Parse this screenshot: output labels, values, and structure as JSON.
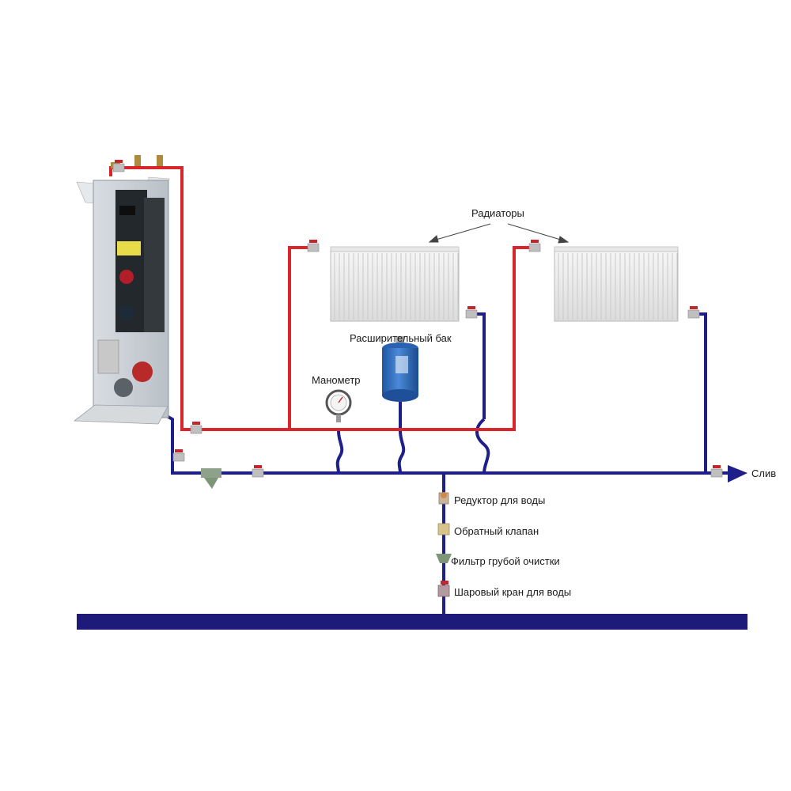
{
  "labels": {
    "radiators": "Радиаторы",
    "expansion_tank": "Расширительный бак",
    "manometer": "Манометр",
    "drain": "Слив",
    "water_reducer": "Редуктор для воды",
    "check_valve": "Обратный клапан",
    "coarse_filter": "Фильтр грубой очистки",
    "water_ball_valve": "Шаровый кран для воды"
  },
  "colors": {
    "supply_pipe": "#d9262c",
    "return_pipe": "#1f1f8a",
    "main_water_line": "#1e1a7a",
    "tank": "#2f6fc0",
    "valve_handle": "#c0282c"
  }
}
